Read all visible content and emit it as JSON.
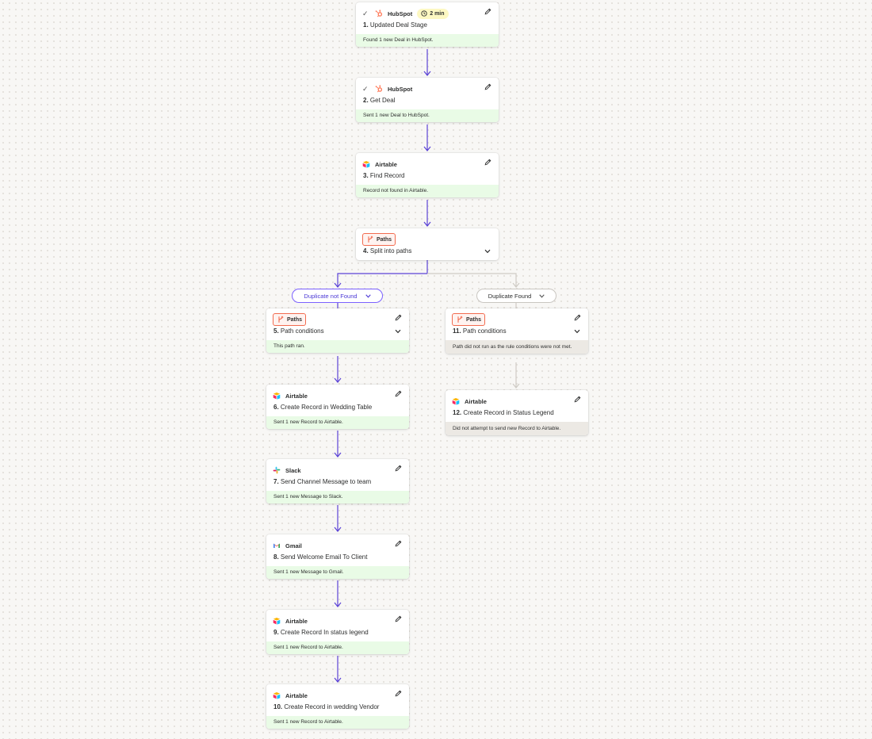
{
  "colors": {
    "canvas": "#f8f7f5",
    "connector_active": "#5b43d6",
    "connector_inactive": "#cfcbc5",
    "status_success": "#e9fbe6",
    "status_skipped": "#ece9e4",
    "paths_tag": "#f26b4f",
    "duration_badge": "#fdf8c2"
  },
  "steps": [
    {
      "number": "1.",
      "app": "HubSpot",
      "title": "Updated Deal Stage",
      "status": "Found 1 new Deal in HubSpot.",
      "icon": "hubspot-icon",
      "checked": true,
      "duration": "2 min"
    },
    {
      "number": "2.",
      "app": "HubSpot",
      "title": "Get Deal",
      "status": "Sent 1 new Deal to HubSpot.",
      "icon": "hubspot-icon",
      "checked": true
    },
    {
      "number": "3.",
      "app": "Airtable",
      "title": "Find Record",
      "status": "Record not found in Airtable.",
      "icon": "airtable-icon"
    },
    {
      "number": "4.",
      "app": "Paths",
      "title": "Split into paths",
      "icon": "paths-icon"
    },
    {
      "number": "5.",
      "app": "Paths",
      "title": "Path conditions",
      "status": "This path ran.",
      "icon": "paths-icon"
    },
    {
      "number": "6.",
      "app": "Airtable",
      "title": "Create Record in Wedding Table",
      "status": "Sent 1 new Record to Airtable.",
      "icon": "airtable-icon"
    },
    {
      "number": "7.",
      "app": "Slack",
      "title": "Send Channel Message to team",
      "status": "Sent 1 new Message to Slack.",
      "icon": "slack-icon"
    },
    {
      "number": "8.",
      "app": "Gmail",
      "title": "Send Welcome Email To Client",
      "status": "Sent 1 new Message to Gmail.",
      "icon": "gmail-icon"
    },
    {
      "number": "9.",
      "app": "Airtable",
      "title": "Create Record In status legend",
      "status": "Sent 1 new Record to Airtable.",
      "icon": "airtable-icon"
    },
    {
      "number": "10.",
      "app": "Airtable",
      "title": "Create Record in wedding Vendor",
      "status": "Sent 1 new Record to Airtable.",
      "icon": "airtable-icon"
    },
    {
      "number": "11.",
      "app": "Paths",
      "title": "Path conditions",
      "status": "Path did not run as the rule conditions were not met.",
      "icon": "paths-icon"
    },
    {
      "number": "12.",
      "app": "Airtable",
      "title": "Create Record in Status Legend",
      "status": "Did not attempt to send new Record to Airtable.",
      "icon": "airtable-icon"
    }
  ],
  "branches": [
    {
      "label": "Duplicate not Found",
      "active": true
    },
    {
      "label": "Duplicate Found",
      "active": false
    }
  ]
}
